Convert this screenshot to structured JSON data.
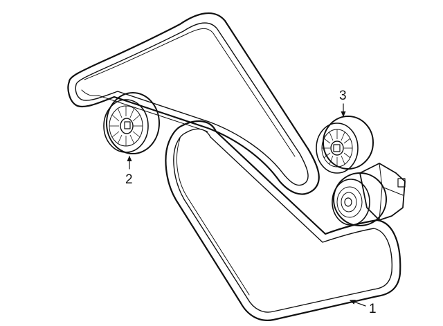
{
  "callouts": [
    {
      "num": "1",
      "part": "serpentine-belt"
    },
    {
      "num": "2",
      "part": "idler-pulley"
    },
    {
      "num": "3",
      "part": "idler-pulley-upper"
    }
  ],
  "colors": {
    "line": "#111111",
    "background": "#ffffff"
  },
  "icons": {
    "arrow": "leader-arrow"
  }
}
